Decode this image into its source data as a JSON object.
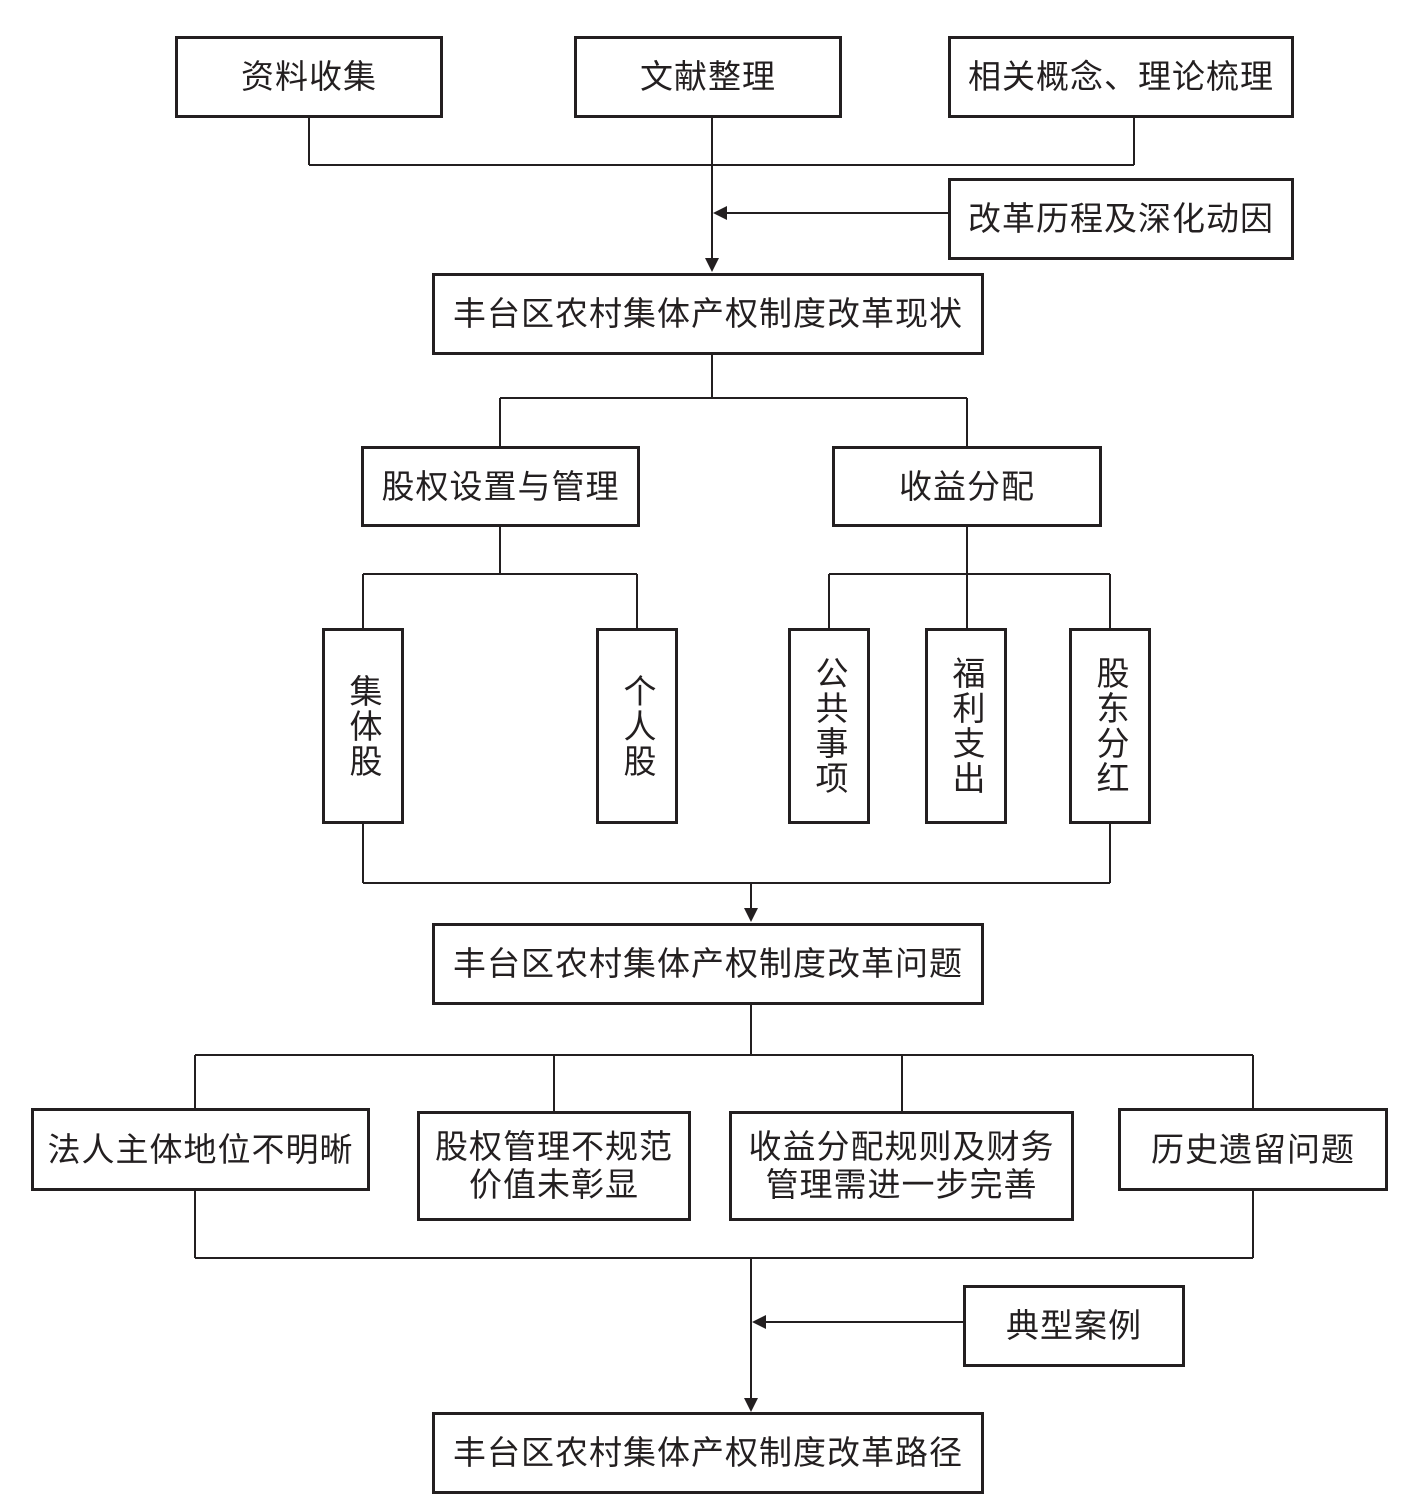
{
  "nodes": {
    "data_collection": "资料收集",
    "literature_review": "文献整理",
    "concepts_theory": "相关概念、理论梳理",
    "reform_history": "改革历程及深化动因",
    "current_status": "丰台区农村集体产权制度改革现状",
    "equity_setup": "股权设置与管理",
    "income_distribution": "收益分配",
    "collective_shares": "集体股",
    "individual_shares": "个人股",
    "public_affairs": "公共事项",
    "welfare_expenditure": "福利支出",
    "shareholder_dividends": "股东分红",
    "problems": "丰台区农村集体产权制度改革问题",
    "legal_status": "法人主体地位不明晰",
    "equity_mgmt_line1": "股权管理不规范",
    "equity_mgmt_line2": "价值未彰显",
    "income_rules_line1": "收益分配规则及财务",
    "income_rules_line2": "管理需进一步完善",
    "historical_issues": "历史遗留问题",
    "typical_cases": "典型案例",
    "reform_path": "丰台区农村集体产权制度改革路径"
  }
}
